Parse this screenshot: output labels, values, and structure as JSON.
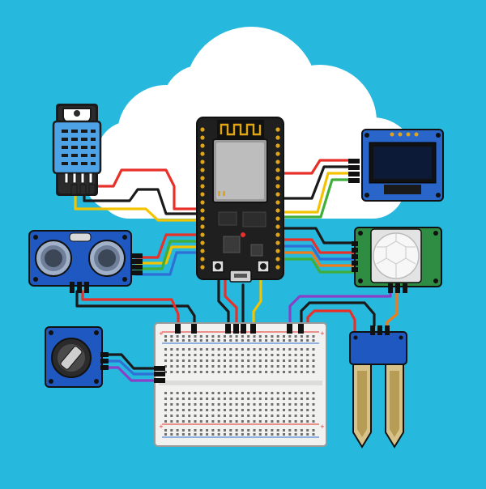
{
  "scene": {
    "background": "#27b9dd",
    "cloud": "#ffffff",
    "outline": "#1a1a1a",
    "wires": {
      "red": "#e8302a",
      "yellow": "#f3c300",
      "green": "#3fae3a",
      "blue": "#2f6fd6",
      "orange": "#f07b1a",
      "purple": "#8a3fc7",
      "black": "#1a1a1a"
    },
    "components": [
      {
        "id": "esp32",
        "icon": "microcontroller-icon"
      },
      {
        "id": "dht-sensor",
        "icon": "temperature-humidity-sensor-icon"
      },
      {
        "id": "oled-display",
        "icon": "display-icon"
      },
      {
        "id": "ultrasonic-sensor",
        "icon": "ultrasonic-sensor-icon"
      },
      {
        "id": "pir-sensor",
        "icon": "motion-sensor-icon"
      },
      {
        "id": "rotary-encoder",
        "icon": "knob-icon"
      },
      {
        "id": "breadboard",
        "icon": "breadboard-icon"
      },
      {
        "id": "soil-moisture-sensor",
        "icon": "soil-probe-icon"
      }
    ],
    "breadboard": {
      "rail_top": [
        "+",
        "+"
      ],
      "rail_bottom": [
        "+",
        "+"
      ]
    }
  }
}
